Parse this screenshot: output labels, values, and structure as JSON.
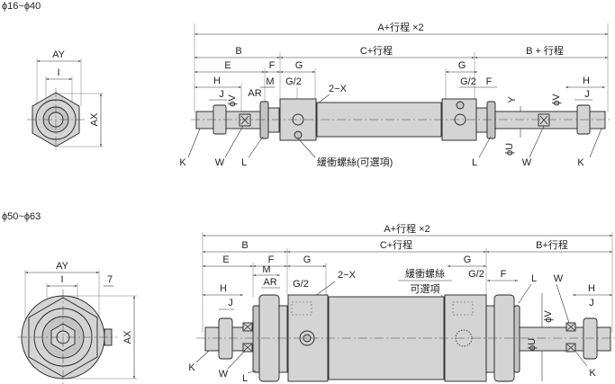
{
  "top": {
    "title": "ϕ16~ϕ40",
    "end_view": {
      "ay": "AY",
      "i": "I",
      "ax": "AX"
    },
    "side_view": {
      "a_total": "A+行程 ×2",
      "b": "B",
      "c": "C+行程",
      "b_stroke": "B + 行程",
      "e": "E",
      "f": "F",
      "g": "G",
      "h": "H",
      "m": "M",
      "g2": "G/2",
      "ar": "AR",
      "j": "J",
      "x2": "2−X",
      "v": "ϕV",
      "y": "Y",
      "u": "ϕU",
      "g_right": "G",
      "g2_right": "G/2",
      "f_right": "F",
      "h_right": "H",
      "j_right": "J",
      "v_right": "ϕV",
      "k": "K",
      "w": "W",
      "l": "L",
      "cushion": "緩衝螺絲(可選項)",
      "l_right": "L",
      "w_right": "W",
      "k_right": "K"
    }
  },
  "bottom": {
    "title": "ϕ50~ϕ63",
    "end_view": {
      "ay": "AY",
      "i": "I",
      "seven": "7",
      "ax": "AX"
    },
    "side_view": {
      "a_total": "A+行程 ×2",
      "b": "B",
      "c": "C+行程",
      "b_stroke": "B+行程",
      "e": "E",
      "f": "F",
      "g": "G",
      "m": "M",
      "ar": "AR",
      "g2": "G/2",
      "x2": "2−X",
      "h": "H",
      "j": "J",
      "g_right": "G",
      "cushion_1": "緩衝螺絲",
      "cushion_2": "可選項",
      "g2_right": "G/2",
      "f_right": "F",
      "l_right": "L",
      "w_right": "W",
      "h_right": "H",
      "j_right": "J",
      "v": "ϕV",
      "u": "ϕU",
      "k": "K",
      "w": "W",
      "l": "L",
      "k_right": "K"
    }
  }
}
